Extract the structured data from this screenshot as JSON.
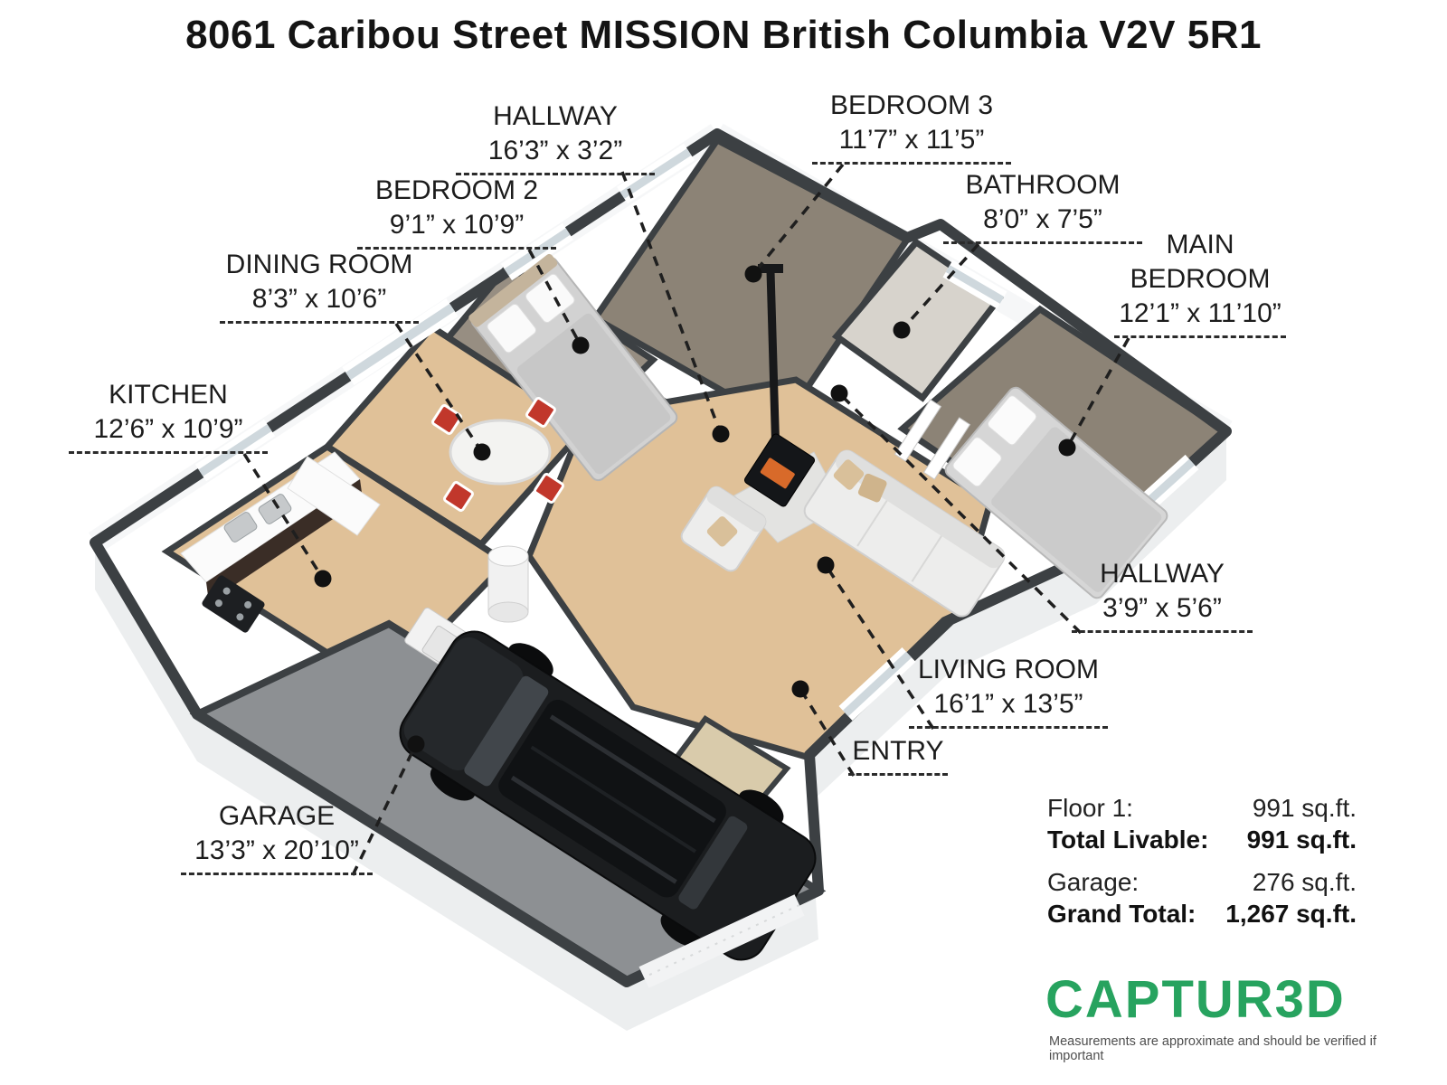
{
  "title": "8061 Caribou Street MISSION British Columbia V2V 5R1",
  "plan": {
    "rooms": [
      {
        "id": "hallway-1",
        "name": "HALLWAY",
        "dims": "16’3” x 3’2”",
        "floor": "carpet"
      },
      {
        "id": "bedroom-3",
        "name": "BEDROOM 3",
        "dims": "11’7” x 11’5”",
        "floor": "carpet"
      },
      {
        "id": "bedroom-2",
        "name": "BEDROOM 2",
        "dims": "9’1” x 10’9”",
        "floor": "carpet"
      },
      {
        "id": "bathroom",
        "name": "BATHROOM",
        "dims": "8’0” x 7’5”",
        "floor": "tile"
      },
      {
        "id": "main-bedroom",
        "name": "MAIN BEDROOM",
        "dims": "12’1” x 11’10”",
        "floor": "carpet"
      },
      {
        "id": "dining-room",
        "name": "DINING ROOM",
        "dims": "8’3” x 10’6”",
        "floor": "wood"
      },
      {
        "id": "kitchen",
        "name": "KITCHEN",
        "dims": "12’6” x 10’9”",
        "floor": "wood"
      },
      {
        "id": "hallway-2",
        "name": "HALLWAY",
        "dims": "3’9” x 5’6”",
        "floor": "wood"
      },
      {
        "id": "living-room",
        "name": "LIVING ROOM",
        "dims": "16’1” x 13’5”",
        "floor": "wood"
      },
      {
        "id": "entry",
        "name": "ENTRY",
        "dims": "",
        "floor": "wood"
      },
      {
        "id": "garage",
        "name": "GARAGE",
        "dims": "13’3” x 20’10”",
        "floor": "concrete"
      }
    ]
  },
  "summary": {
    "rows": [
      {
        "label": "Floor 1:",
        "value": "991 sq.ft.",
        "bold": false
      },
      {
        "label": "Total Livable:",
        "value": "991 sq.ft.",
        "bold": true
      },
      {
        "label": "Garage:",
        "value": "276 sq.ft.",
        "bold": false
      },
      {
        "label": "Grand Total:",
        "value": "1,267 sq.ft.",
        "bold": true
      }
    ]
  },
  "branding": {
    "logo": "CAPTUR3D",
    "tagline": "Measurements are approximate and should be verified if important",
    "brand_color": "#27a35f"
  },
  "colors": {
    "wall_cap": "#3c4043",
    "wood_floor": "#e0c198",
    "carpet_floor": "#8c8376",
    "garage_floor": "#8d9093",
    "chair_accent_red": "#c1372b",
    "leader_line": "#1f1f1f"
  }
}
